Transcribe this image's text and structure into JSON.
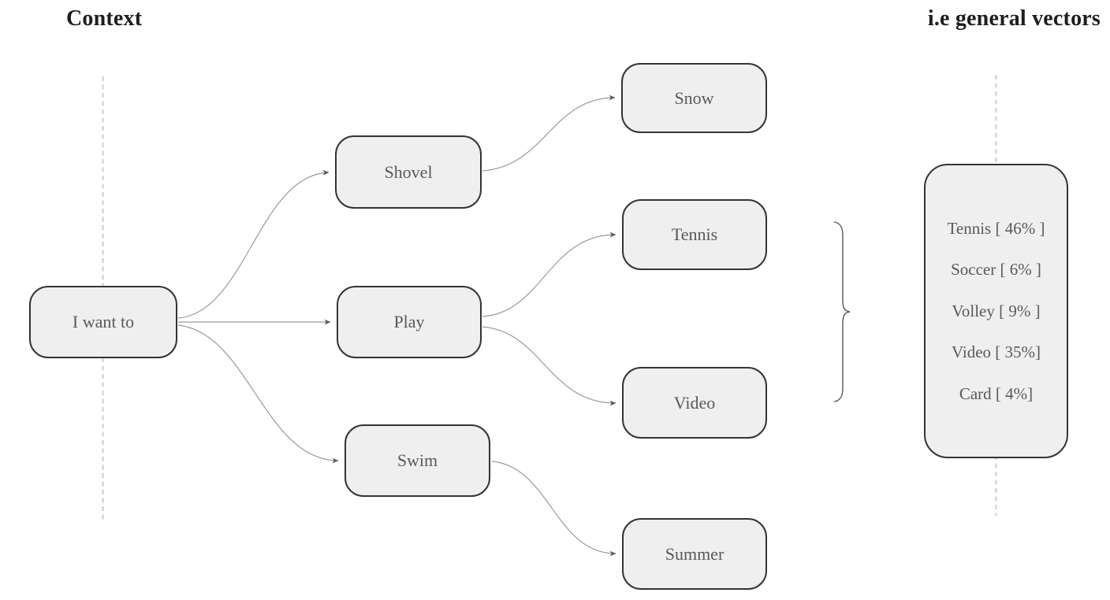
{
  "titles": {
    "left": "Context",
    "right": "i.e general vectors"
  },
  "tree": {
    "nodes": {
      "root": {
        "label": "I want to"
      },
      "shovel": {
        "label": "Shovel"
      },
      "play": {
        "label": "Play"
      },
      "swim": {
        "label": "Swim"
      },
      "snow": {
        "label": "Snow"
      },
      "tennis": {
        "label": "Tennis"
      },
      "video": {
        "label": "Video"
      },
      "summer": {
        "label": "Summer"
      }
    },
    "edges": [
      {
        "from": "I want to",
        "to": "Shovel"
      },
      {
        "from": "I want to",
        "to": "Play"
      },
      {
        "from": "I want to",
        "to": "Swim"
      },
      {
        "from": "Shovel",
        "to": "Snow"
      },
      {
        "from": "Play",
        "to": "Tennis"
      },
      {
        "from": "Play",
        "to": "Video"
      },
      {
        "from": "Swim",
        "to": "Summer"
      }
    ]
  },
  "vector_box": {
    "items": [
      "Tennis [ 46% ]",
      "Soccer [ 6% ]",
      "Volley [ 9% ]",
      "Video [ 35%]",
      "Card [ 4%]"
    ]
  },
  "colors": {
    "node_fill": "#efefef",
    "node_border": "#343434",
    "edge": "#9a9a9a",
    "arrowhead": "#595959",
    "dashed_guide": "#cccccc",
    "brace": "#4a4a4a",
    "node_text": "#595959",
    "title_text": "#1e1e1e"
  }
}
